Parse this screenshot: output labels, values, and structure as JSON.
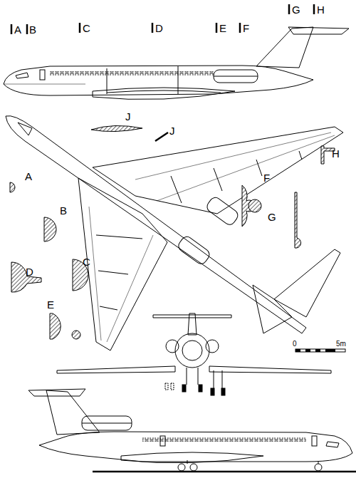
{
  "diagram": {
    "labels": [
      "A",
      "B",
      "C",
      "D",
      "E",
      "F",
      "G",
      "H",
      "J",
      "J",
      "A",
      "B",
      "F",
      "G",
      "H",
      "D",
      "C",
      "E",
      "0",
      "5m"
    ]
  }
}
